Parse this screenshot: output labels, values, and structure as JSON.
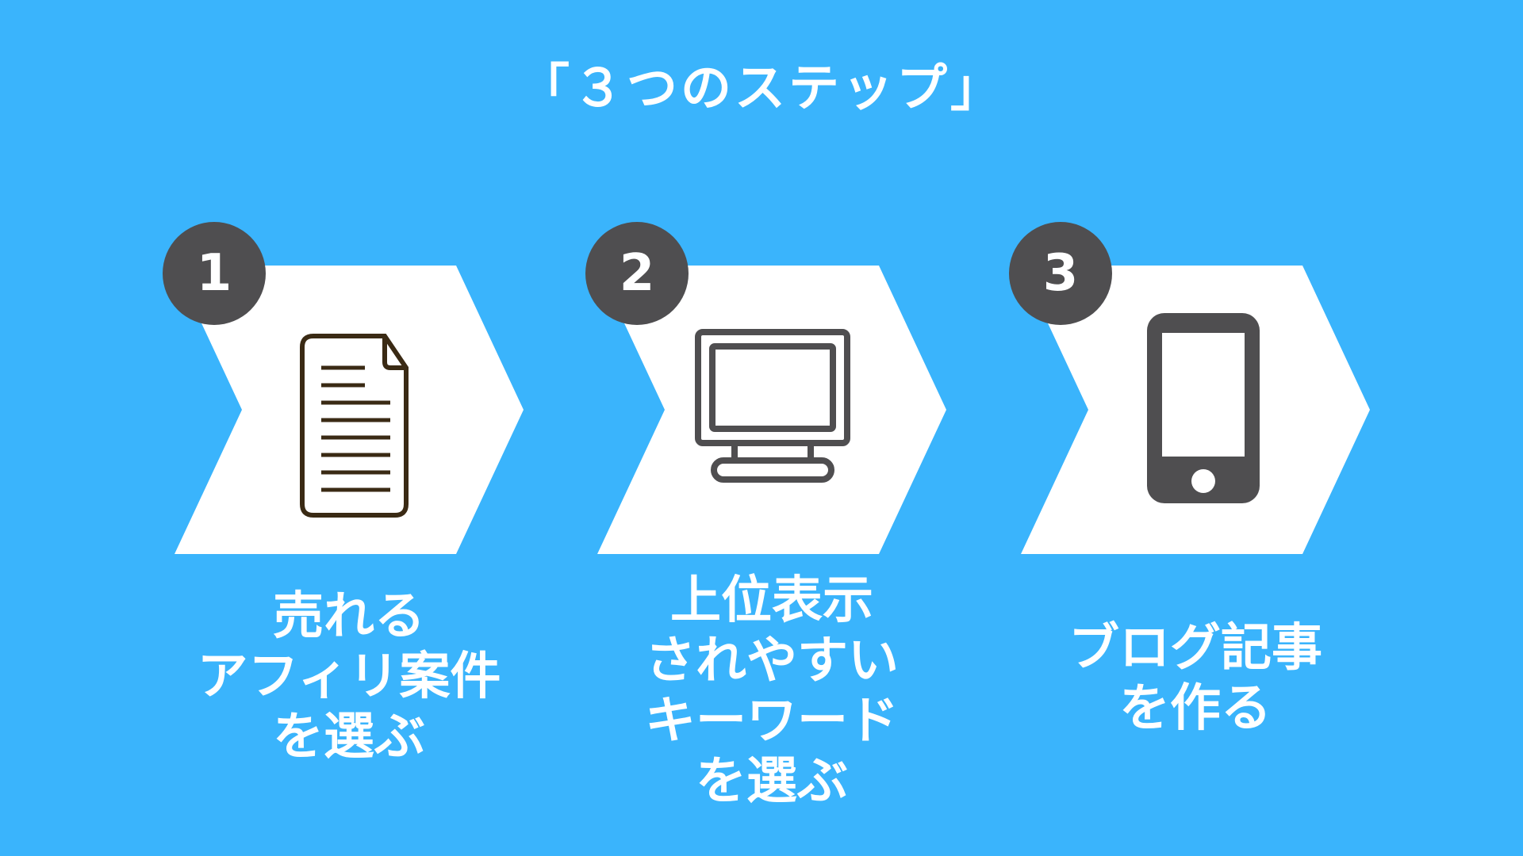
{
  "title": "「３つのステップ」",
  "colors": {
    "background": "#3ab4fc",
    "chevron": "#ffffff",
    "badge": "#4f4e50",
    "icon_dark": "#4f4e50",
    "document_outline": "#3a2a14",
    "text": "#ffffff"
  },
  "steps": [
    {
      "number": "1",
      "icon": "document-icon",
      "caption_lines": [
        "売れる",
        "アフィリ案件",
        "を選ぶ"
      ]
    },
    {
      "number": "2",
      "icon": "desktop-monitor-icon",
      "caption_lines": [
        "上位表示",
        "されやすい",
        "キーワード",
        "を選ぶ"
      ]
    },
    {
      "number": "3",
      "icon": "smartphone-icon",
      "caption_lines": [
        "ブログ記事",
        "を作る"
      ]
    }
  ]
}
